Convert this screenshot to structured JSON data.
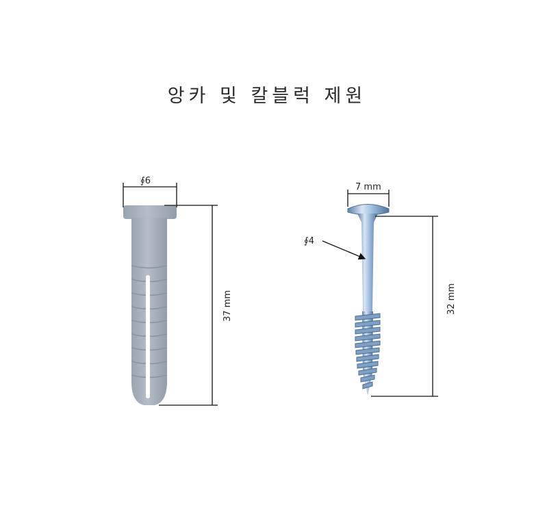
{
  "title": "앙카 및 칼블럭 제원",
  "anchor": {
    "head_diameter_label": "∮6",
    "length_label": "37 mm",
    "color": "#a9b3bf"
  },
  "screw": {
    "head_width_label": "7 mm",
    "shank_diameter_label": "∮4",
    "length_label": "32 mm",
    "color": "#8fb3d6"
  }
}
